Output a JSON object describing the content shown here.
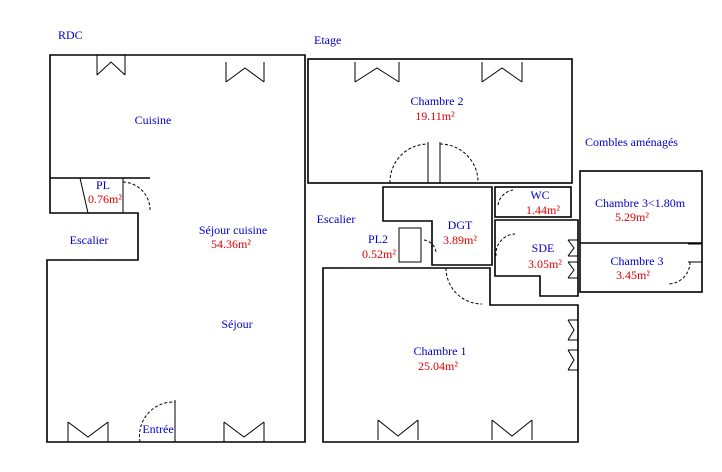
{
  "colors": {
    "name": "#0000cc",
    "area": "#dd0000",
    "wall": "#000000",
    "background": "#ffffff"
  },
  "headings": {
    "rdc": "RDC",
    "etage": "Etage",
    "combles": "Combles aménagés"
  },
  "rdc": {
    "cuisine": "Cuisine",
    "pl": {
      "name": "PL",
      "area": "0.76m²"
    },
    "escalier": "Escalier",
    "sejour_cuisine": {
      "name": "Séjour cuisine",
      "area": "54.36m²"
    },
    "sejour": "Séjour",
    "entree": "Entrée"
  },
  "etage": {
    "chambre2": {
      "name": "Chambre 2",
      "area": "19.11m²"
    },
    "escalier": "Escalier",
    "pl2": {
      "name": "PL2",
      "area": "0.52m²"
    },
    "dgt": {
      "name": "DGT",
      "area": "3.89m²"
    },
    "wc": {
      "name": "WC",
      "area": "1.44m²"
    },
    "sde": {
      "name": "SDE",
      "area": "3.05m²"
    },
    "chambre1": {
      "name": "Chambre 1",
      "area": "25.04m²"
    }
  },
  "combles": {
    "chambre3_low": {
      "name": "Chambre 3<1.80m",
      "area": "5.29m²"
    },
    "chambre3": {
      "name": "Chambre 3",
      "area": "3.45m²"
    }
  }
}
